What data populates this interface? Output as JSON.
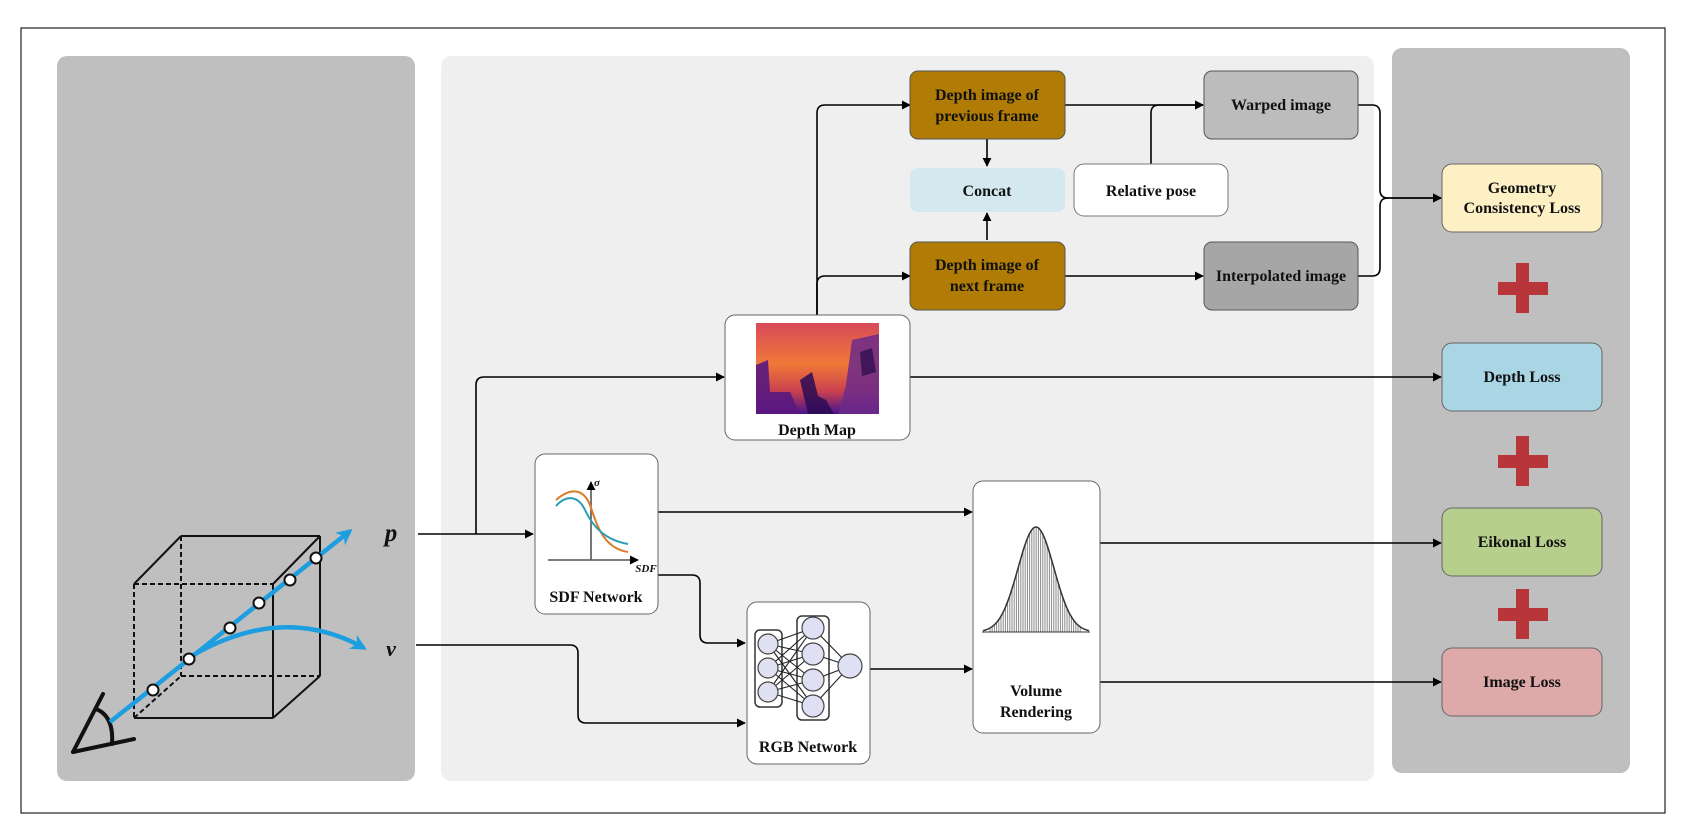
{
  "inputs": {
    "p": "p",
    "v": "v"
  },
  "nodes": {
    "depth_prev": "Depth image of previous frame",
    "depth_next": "Depth image of next frame",
    "concat": "Concat",
    "relative_pose": "Relative pose",
    "warped": "Warped image",
    "interpolated": "Interpolated image",
    "depth_map": "Depth Map",
    "sdf_network": "SDF Network",
    "rgb_network": "RGB Network",
    "volume_rendering": "Volume Rendering"
  },
  "sdf_plot": {
    "y_label": "σ",
    "x_label": "SDF"
  },
  "losses": {
    "geometry": "Geometry Consistency Loss",
    "depth": "Depth Loss",
    "eikonal": "Eikonal Loss",
    "image": "Image Loss"
  },
  "colors": {
    "panel_gray": "#bfbfbf",
    "panel_light": "#efefef",
    "depth_frame": "#b07c05",
    "concat": "#d4e8ef",
    "warped": "#bcbcbc",
    "interpolated": "#a6a6a6",
    "loss_geometry": "#fdf0c4",
    "loss_depth": "#a9d5e4",
    "loss_eikonal": "#b7cf8d",
    "loss_image": "#dea9a9",
    "plus": "#b8363a",
    "ray": "#1d9ee0",
    "curve_orange": "#d97b27",
    "curve_teal": "#2b9db3"
  }
}
